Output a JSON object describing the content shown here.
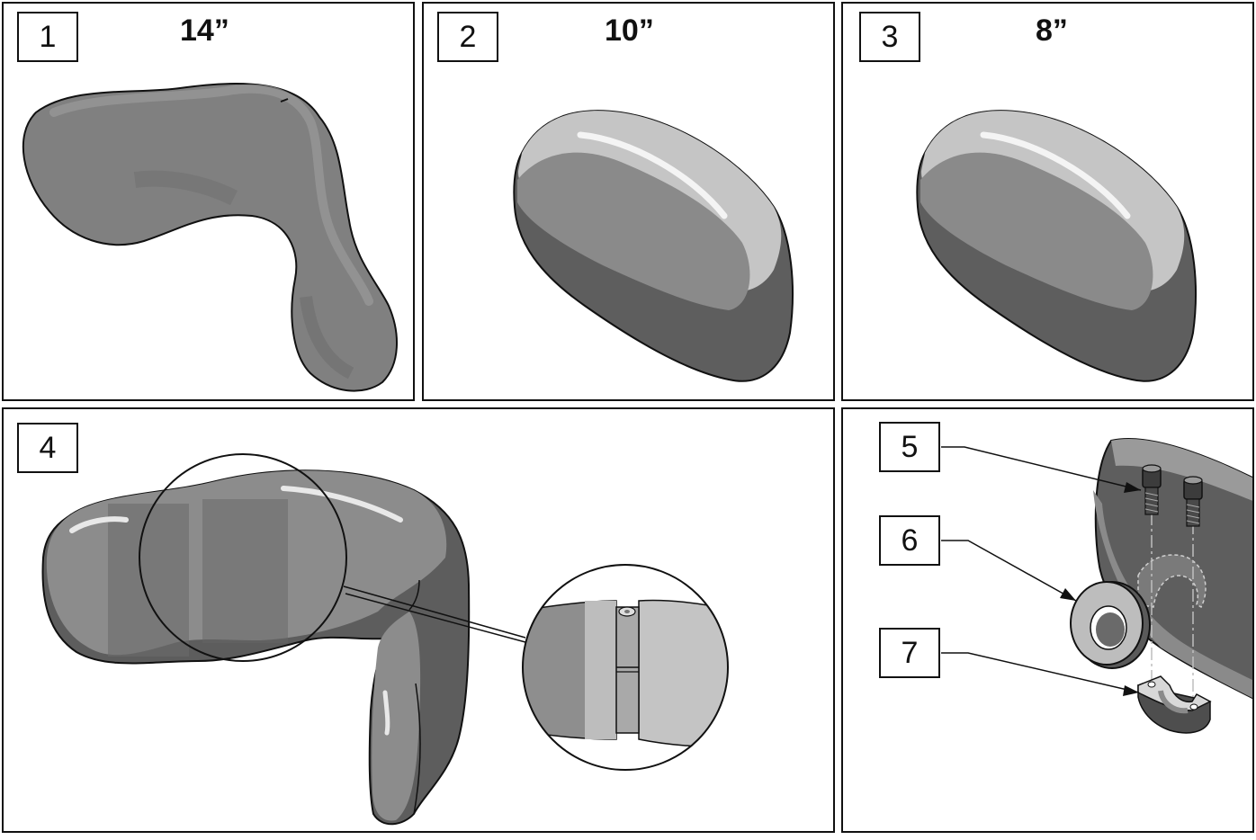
{
  "panels": [
    {
      "number": "1",
      "size": "14”"
    },
    {
      "number": "2",
      "size": "10”"
    },
    {
      "number": "3",
      "size": "8”"
    },
    {
      "number": "4"
    }
  ],
  "callouts": [
    {
      "number": "5",
      "part": "screw"
    },
    {
      "number": "6",
      "part": "washer"
    },
    {
      "number": "7",
      "part": "clamp"
    }
  ],
  "colors": {
    "line": "#111111",
    "mid_gray": "#8a8a8a",
    "dark_gray": "#5f5f5f",
    "light_gray": "#c9c9c9",
    "highlight": "#efefef"
  }
}
